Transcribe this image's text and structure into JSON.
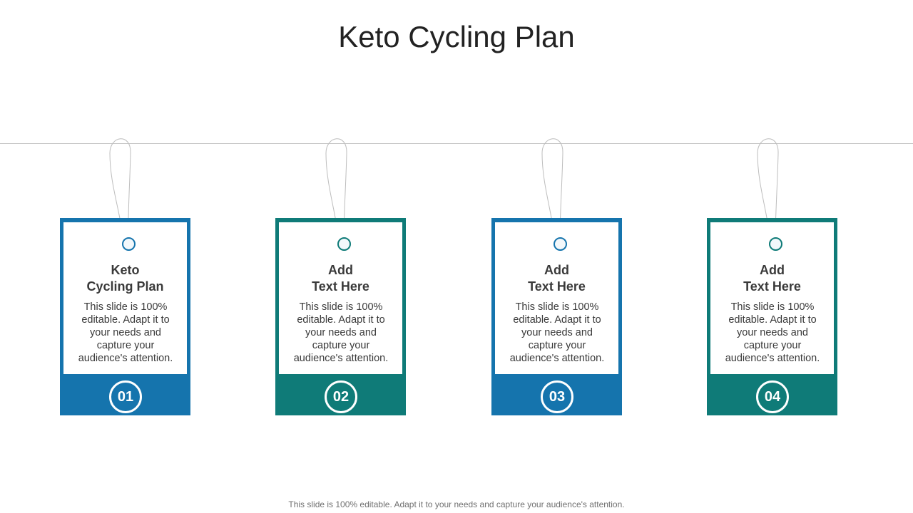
{
  "title": "Keto Cycling Plan",
  "colors": {
    "blue": "#1574ad",
    "teal": "#0f7b78",
    "line": "#c4c4c4",
    "string": "#bdbdbd"
  },
  "tags": [
    {
      "number": "01",
      "heading_line1": "Keto",
      "heading_line2": "Cycling Plan",
      "description": "This slide is 100% editable. Adapt it to your needs and capture your audience's attention.",
      "color": "#1574ad"
    },
    {
      "number": "02",
      "heading_line1": "Add",
      "heading_line2": "Text Here",
      "description": "This slide is 100% editable. Adapt it to your needs and capture your audience's attention.",
      "color": "#0f7b78"
    },
    {
      "number": "03",
      "heading_line1": "Add",
      "heading_line2": "Text Here",
      "description": "This slide is 100% editable. Adapt it to your needs and capture your audience's attention.",
      "color": "#1574ad"
    },
    {
      "number": "04",
      "heading_line1": "Add",
      "heading_line2": "Text Here",
      "description": "This slide is 100% editable. Adapt it to your needs and capture your audience's attention.",
      "color": "#0f7b78"
    }
  ],
  "footer": "This slide is 100% editable. Adapt it to your needs and capture your audience's attention."
}
